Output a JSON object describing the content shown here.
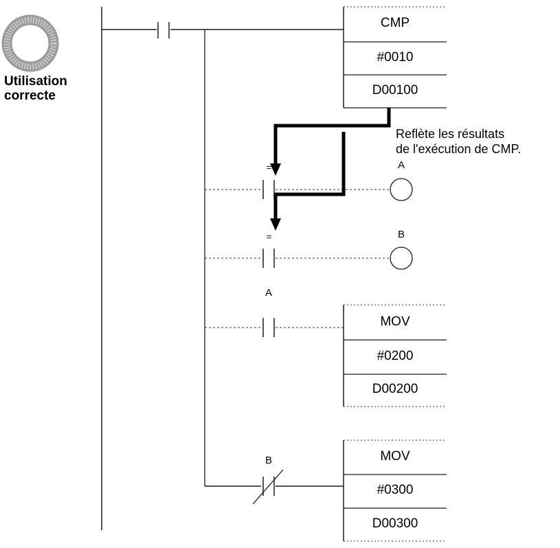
{
  "badge": {
    "icon": "correct-circle-icon",
    "line1": "Utilisation",
    "line2": "correcte"
  },
  "annotation": {
    "line1": "Reflète les résultats",
    "line2": "de l'exécution de CMP."
  },
  "cmp_block": {
    "instruction": "CMP",
    "operand1": "#0010",
    "operand2": "D00100"
  },
  "contacts": {
    "equals_symbol_1": "=",
    "equals_symbol_2": "=",
    "rung4_contact_label": "A",
    "rung5_contact_label": "B"
  },
  "coils": {
    "coil_a": "A",
    "coil_b": "B"
  },
  "mov_block_1": {
    "instruction": "MOV",
    "operand1": "#0200",
    "operand2": "D00200"
  },
  "mov_block_2": {
    "instruction": "MOV",
    "operand1": "#0300",
    "operand2": "D00300"
  },
  "colors": {
    "line": "#1a1a1a",
    "dotted": "#333333",
    "arrow": "#000000"
  }
}
